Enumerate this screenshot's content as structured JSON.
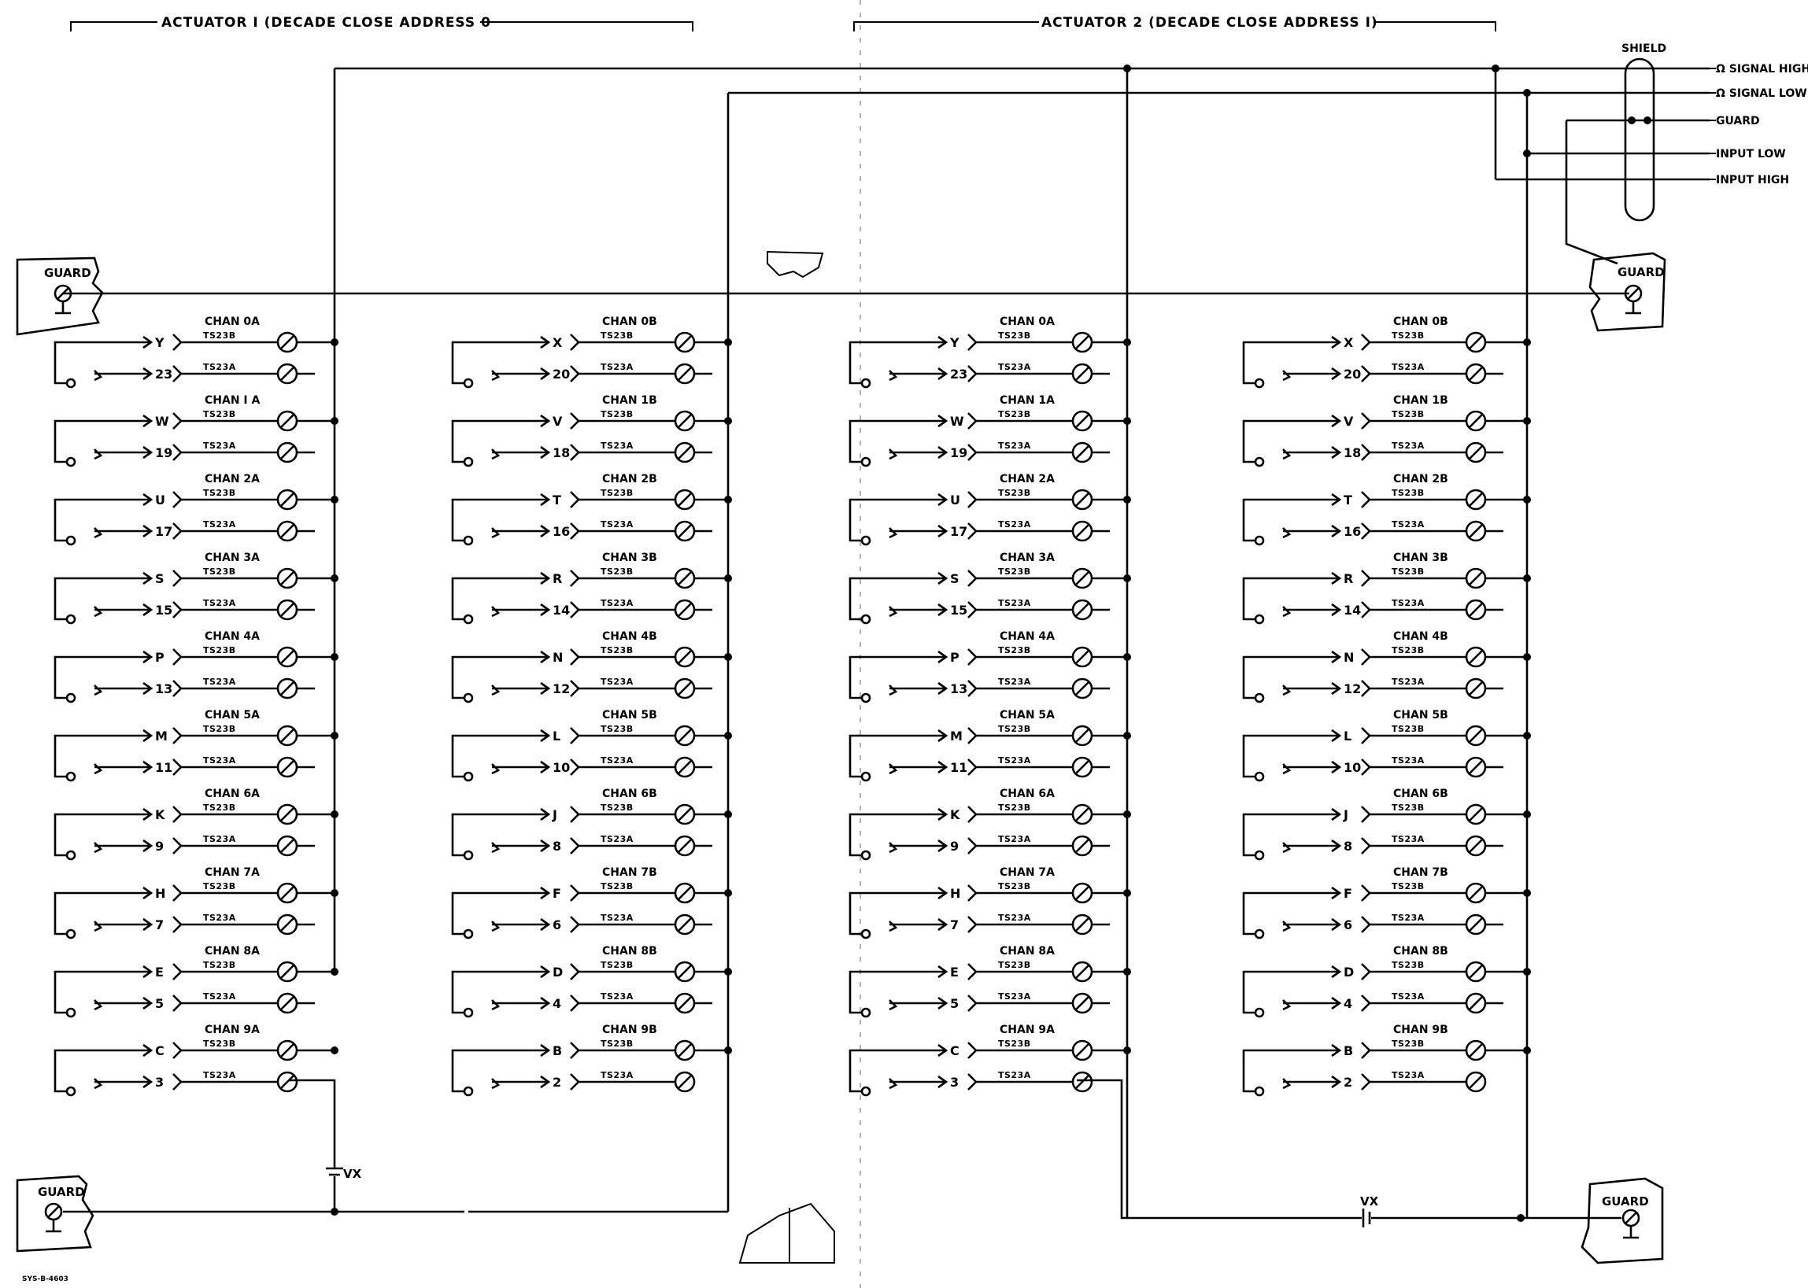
{
  "headers": {
    "actuator1": "ACTUATOR  I (DECADE  CLOSE  ADDRESS  0",
    "actuator2": "ACTUATOR  2 (DECADE  CLOSE  ADDRESS  I)"
  },
  "shield_label": "SHIELD",
  "signals": [
    "Ω SIGNAL  HIGH",
    "Ω SIGNAL  LOW",
    "GUARD",
    "INPUT  LOW",
    "INPUT  HIGH"
  ],
  "guard_label": "GUARD",
  "vx_label": "VX",
  "drawing_number": "SYS-B-4603",
  "ts_b": "TS23B",
  "ts_a": "TS23A",
  "columns": [
    {
      "rows": [
        {
          "chan": "CHAN 0A",
          "pin_top": "Y",
          "pin_bottom": "23"
        },
        {
          "chan": "CHAN I A",
          "pin_top": "W",
          "pin_bottom": "19"
        },
        {
          "chan": "CHAN 2A",
          "pin_top": "U",
          "pin_bottom": "17"
        },
        {
          "chan": "CHAN 3A",
          "pin_top": "S",
          "pin_bottom": "15"
        },
        {
          "chan": "CHAN 4A",
          "pin_top": "P",
          "pin_bottom": "13"
        },
        {
          "chan": "CHAN 5A",
          "pin_top": "M",
          "pin_bottom": "11"
        },
        {
          "chan": "CHAN 6A",
          "pin_top": "K",
          "pin_bottom": "9"
        },
        {
          "chan": "CHAN 7A",
          "pin_top": "H",
          "pin_bottom": "7"
        },
        {
          "chan": "CHAN 8A",
          "pin_top": "E",
          "pin_bottom": "5"
        },
        {
          "chan": "CHAN 9A",
          "pin_top": "C",
          "pin_bottom": "3"
        }
      ]
    },
    {
      "rows": [
        {
          "chan": "CHAN 0B",
          "pin_top": "X",
          "pin_bottom": "20"
        },
        {
          "chan": "CHAN 1B",
          "pin_top": "V",
          "pin_bottom": "18"
        },
        {
          "chan": "CHAN 2B",
          "pin_top": "T",
          "pin_bottom": "16"
        },
        {
          "chan": "CHAN 3B",
          "pin_top": "R",
          "pin_bottom": "14"
        },
        {
          "chan": "CHAN 4B",
          "pin_top": "N",
          "pin_bottom": "12"
        },
        {
          "chan": "CHAN 5B",
          "pin_top": "L",
          "pin_bottom": "10"
        },
        {
          "chan": "CHAN 6B",
          "pin_top": "J",
          "pin_bottom": "8"
        },
        {
          "chan": "CHAN 7B",
          "pin_top": "F",
          "pin_bottom": "6"
        },
        {
          "chan": "CHAN 8B",
          "pin_top": "D",
          "pin_bottom": "4"
        },
        {
          "chan": "CHAN 9B",
          "pin_top": "B",
          "pin_bottom": "2"
        }
      ]
    },
    {
      "rows": [
        {
          "chan": "CHAN 0A",
          "pin_top": "Y",
          "pin_bottom": "23"
        },
        {
          "chan": "CHAN 1A",
          "pin_top": "W",
          "pin_bottom": "19"
        },
        {
          "chan": "CHAN 2A",
          "pin_top": "U",
          "pin_bottom": "17"
        },
        {
          "chan": "CHAN 3A",
          "pin_top": "S",
          "pin_bottom": "15"
        },
        {
          "chan": "CHAN 4A",
          "pin_top": "P",
          "pin_bottom": "13"
        },
        {
          "chan": "CHAN 5A",
          "pin_top": "M",
          "pin_bottom": "11"
        },
        {
          "chan": "CHAN 6A",
          "pin_top": "K",
          "pin_bottom": "9"
        },
        {
          "chan": "CHAN 7A",
          "pin_top": "H",
          "pin_bottom": "7"
        },
        {
          "chan": "CHAN 8A",
          "pin_top": "E",
          "pin_bottom": "5"
        },
        {
          "chan": "CHAN 9A",
          "pin_top": "C",
          "pin_bottom": "3"
        }
      ]
    },
    {
      "rows": [
        {
          "chan": "CHAN 0B",
          "pin_top": "X",
          "pin_bottom": "20"
        },
        {
          "chan": "CHAN 1B",
          "pin_top": "V",
          "pin_bottom": "18"
        },
        {
          "chan": "CHAN 2B",
          "pin_top": "T",
          "pin_bottom": "16"
        },
        {
          "chan": "CHAN 3B",
          "pin_top": "R",
          "pin_bottom": "14"
        },
        {
          "chan": "CHAN 4B",
          "pin_top": "N",
          "pin_bottom": "12"
        },
        {
          "chan": "CHAN 5B",
          "pin_top": "L",
          "pin_bottom": "10"
        },
        {
          "chan": "CHAN 6B",
          "pin_top": "J",
          "pin_bottom": "8"
        },
        {
          "chan": "CHAN 7B",
          "pin_top": "F",
          "pin_bottom": "6"
        },
        {
          "chan": "CHAN 8B",
          "pin_top": "D",
          "pin_bottom": "4"
        },
        {
          "chan": "CHAN 9B",
          "pin_top": "B",
          "pin_bottom": "2"
        }
      ]
    }
  ]
}
